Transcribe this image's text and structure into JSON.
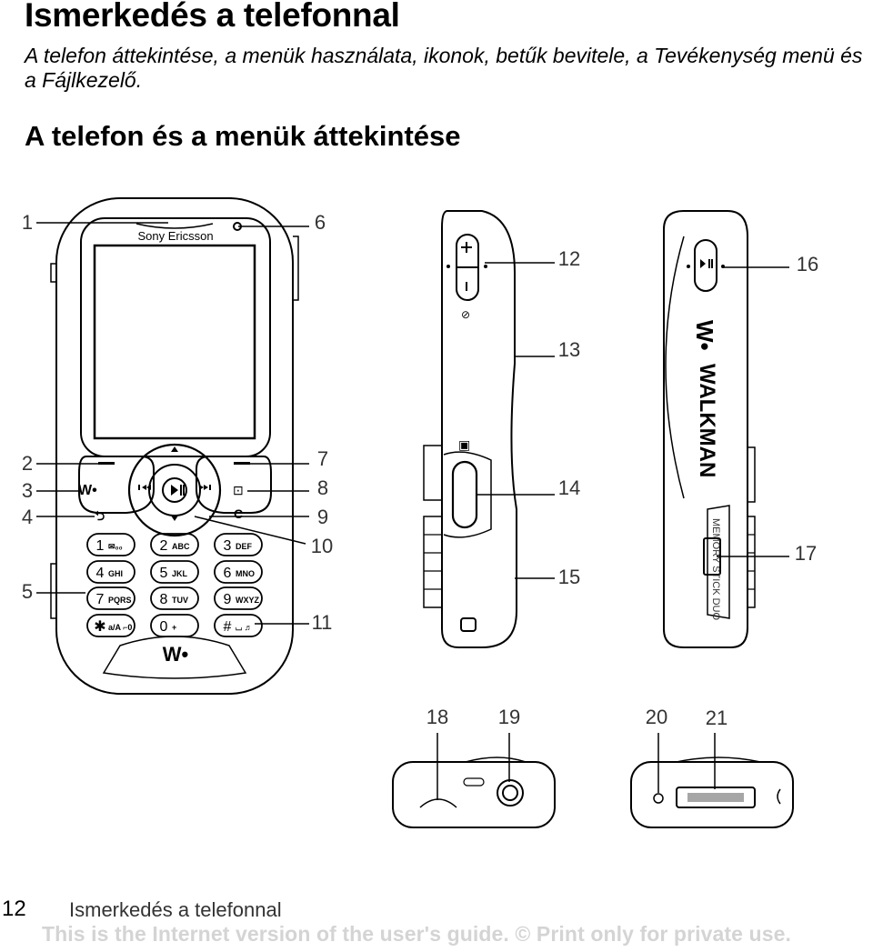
{
  "heading": "Ismerkedés a telefonnal",
  "intro": "A telefon áttekintése, a menük használata, ikonok, betűk bevitele, a Tevékenység menü és a Fájlkezelő.",
  "subheading": "A telefon és a menük áttekintése",
  "brand": "Sony Ericsson",
  "side_text": {
    "walkman": "WALKMAN",
    "memory": "MEMORY STICK DUO"
  },
  "keys": [
    {
      "digit": "1",
      "letters": "✉₀₀"
    },
    {
      "digit": "2",
      "letters": "ABC"
    },
    {
      "digit": "3",
      "letters": "DEF"
    },
    {
      "digit": "4",
      "letters": "GHI"
    },
    {
      "digit": "5",
      "letters": "JKL"
    },
    {
      "digit": "6",
      "letters": "MNO"
    },
    {
      "digit": "7",
      "letters": "PQRS"
    },
    {
      "digit": "8",
      "letters": "TUV"
    },
    {
      "digit": "9",
      "letters": "WXYZ"
    },
    {
      "digit": "✱",
      "letters": "a/A ⌐0"
    },
    {
      "digit": "0",
      "letters": "+"
    },
    {
      "digit": "#",
      "letters": "⌴ ♬"
    }
  ],
  "callouts": [
    "1",
    "2",
    "3",
    "4",
    "5",
    "6",
    "7",
    "8",
    "9",
    "10",
    "11",
    "12",
    "13",
    "14",
    "15",
    "16",
    "17",
    "18",
    "19",
    "20",
    "21"
  ],
  "c_key": "C",
  "page_number": "12",
  "running_head": "Ismerkedés a telefonnal",
  "footer": "This is the Internet version of the user's guide. © Print only for private use."
}
